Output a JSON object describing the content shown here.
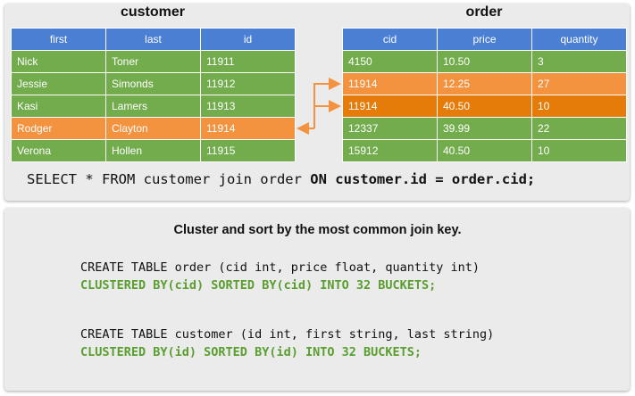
{
  "customer": {
    "title": "customer",
    "headers": [
      "first",
      "last",
      "id"
    ],
    "rows": [
      {
        "first": "Nick",
        "last": "Toner",
        "id": "11911"
      },
      {
        "first": "Jessie",
        "last": "Simonds",
        "id": "11912"
      },
      {
        "first": "Kasi",
        "last": "Lamers",
        "id": "11913"
      },
      {
        "first": "Rodger",
        "last": "Clayton",
        "id": "11914"
      },
      {
        "first": "Verona",
        "last": "Hollen",
        "id": "11915"
      }
    ]
  },
  "order": {
    "title": "order",
    "headers": [
      "cid",
      "price",
      "quantity"
    ],
    "rows": [
      {
        "cid": "4150",
        "price": "10.50",
        "quantity": "3"
      },
      {
        "cid": "11914",
        "price": "12.25",
        "quantity": "27"
      },
      {
        "cid": "11914",
        "price": "40.50",
        "quantity": "10"
      },
      {
        "cid": "12337",
        "price": "39.99",
        "quantity": "22"
      },
      {
        "cid": "15912",
        "price": "40.50",
        "quantity": "10"
      }
    ]
  },
  "query": {
    "part1": "SELECT * FROM customer join order ",
    "part2": "ON customer.id = order.cid;"
  },
  "section": {
    "subtitle": "Cluster and sort by the most common join key.",
    "order_create": "CREATE TABLE order (cid int, price float, quantity int)",
    "order_cluster": "CLUSTERED BY(cid) SORTED BY(cid) INTO 32 BUCKETS;",
    "customer_create": "CREATE TABLE customer (id int, first string, last string)",
    "customer_cluster": "CLUSTERED BY(id) SORTED BY(id) INTO 32 BUCKETS;"
  },
  "colors": {
    "header": "#4a7fd4",
    "row_green": "#72ac4d",
    "row_orange": "#f3923f",
    "row_dark_orange": "#e57c0a",
    "code_green": "#5a9e2f"
  }
}
